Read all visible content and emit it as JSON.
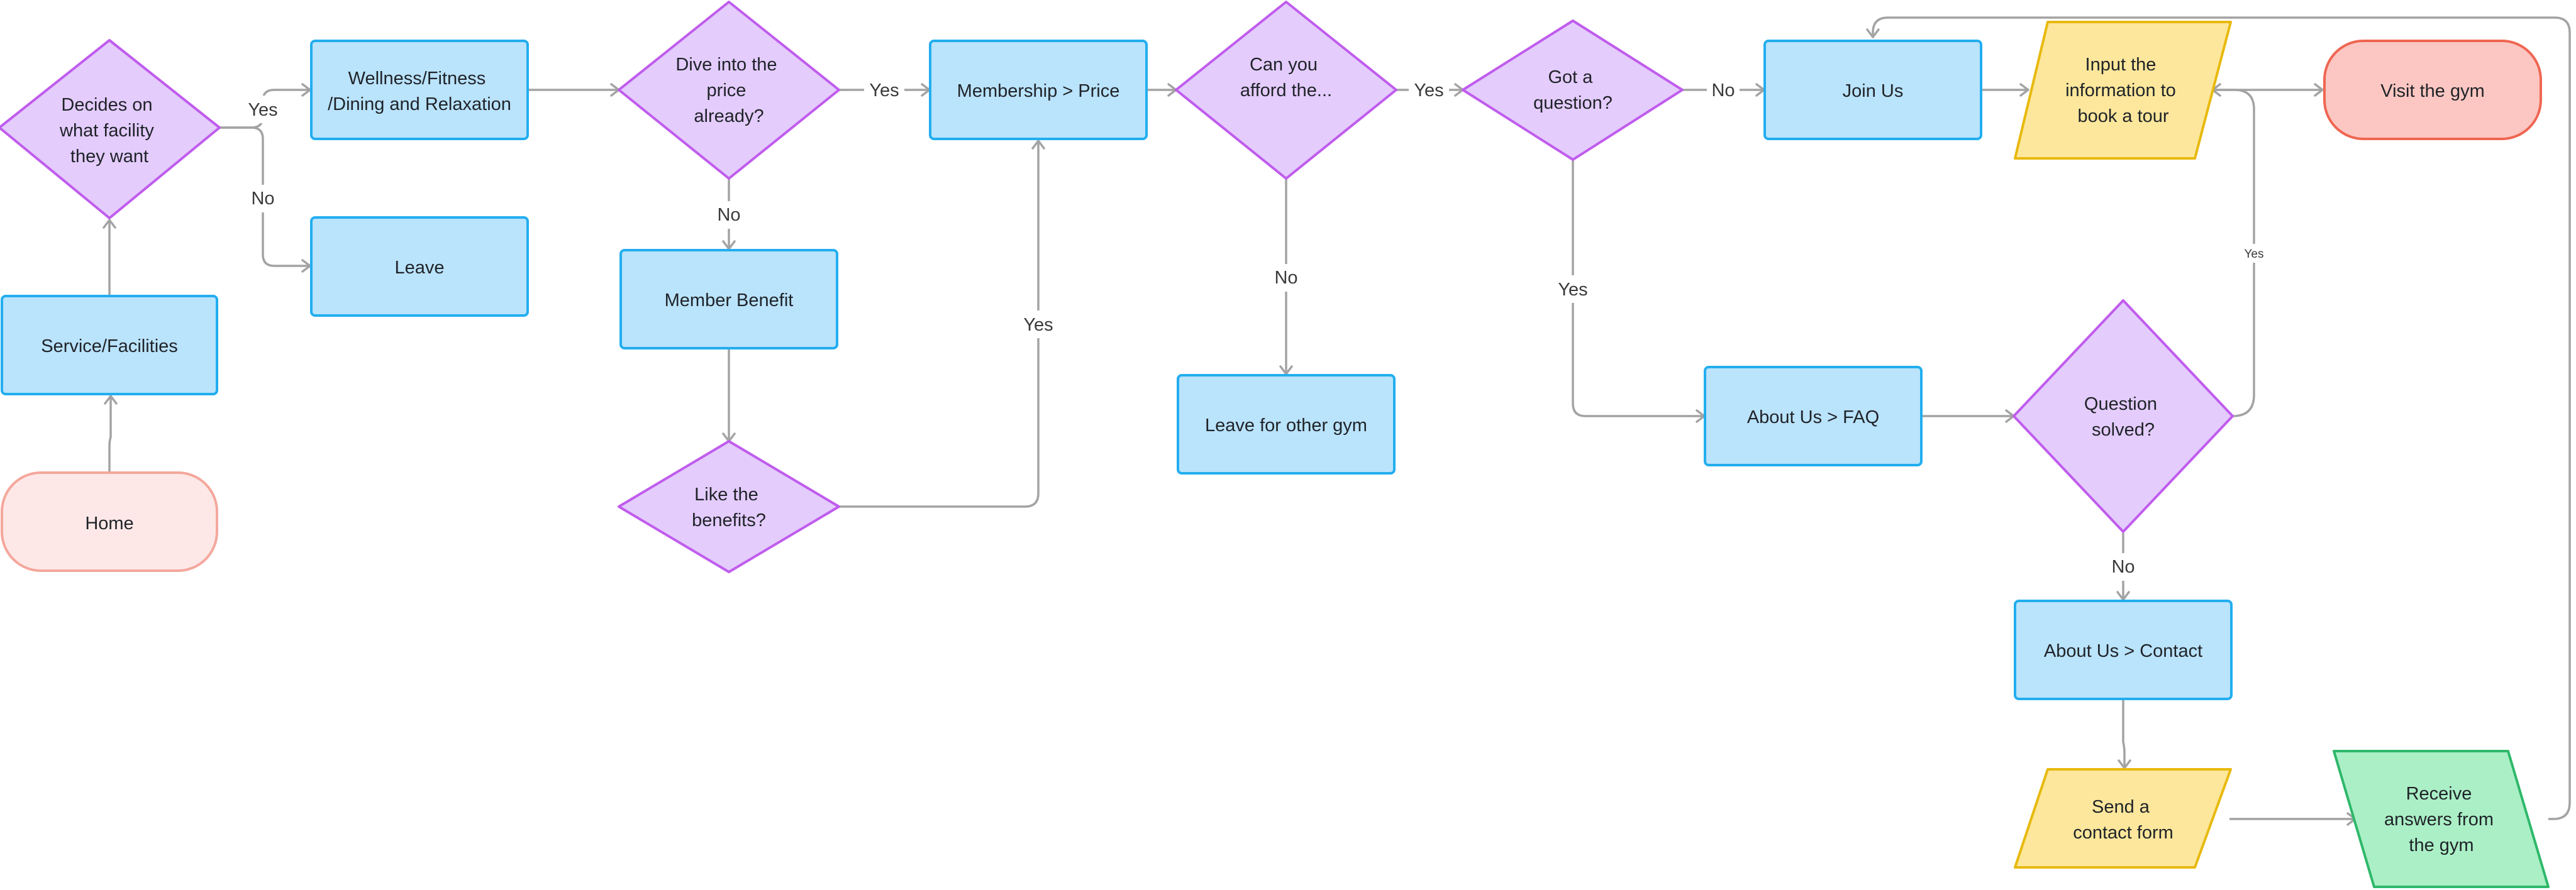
{
  "nodes": {
    "home": "Home",
    "service": "Service/Facilities",
    "decides": [
      "Decides on",
      "what facility",
      "they want"
    ],
    "wellness": [
      "Wellness/Fitness",
      "/Dining and Relaxation"
    ],
    "leave": "Leave",
    "dive": [
      "Dive into the",
      "price",
      "already?"
    ],
    "member_benefit": "Member Benefit",
    "like_benefits": [
      "Like the",
      "benefits?"
    ],
    "membership_price": "Membership > Price",
    "afford": [
      "Can you",
      "afford the..."
    ],
    "leave_other": "Leave for other gym",
    "got_question": [
      "Got a",
      "question?"
    ],
    "join_us": "Join Us",
    "input_info": [
      "Input the",
      "information to",
      "book a tour"
    ],
    "visit_gym": "Visit the gym",
    "faq": "About Us > FAQ",
    "question_solved": [
      "Question",
      "solved?"
    ],
    "contact": "About Us > Contact",
    "send_form": [
      "Send a",
      "contact form"
    ],
    "receive": [
      "Receive",
      "answers from",
      "the gym"
    ]
  },
  "edge_labels": {
    "decides_yes": "Yes",
    "decides_no": "No",
    "dive_yes": "Yes",
    "dive_no": "No",
    "like_yes": "Yes",
    "afford_yes": "Yes",
    "afford_no": "No",
    "question_no": "No",
    "question_yes": "Yes",
    "solved_yes": "Yes",
    "solved_no": "No"
  },
  "colors": {
    "process_fill": "#bae3fc",
    "process_stroke": "#22aeef",
    "decision_fill": "#e4ccfd",
    "decision_stroke": "#c05ced",
    "io_fill": "#fde79c",
    "io_stroke": "#e8b90e",
    "home_fill": "#fde8e7",
    "home_stroke": "#f4a79c",
    "visit_fill": "#fcc7c2",
    "visit_stroke": "#ef6652",
    "receive_fill": "#abefc6",
    "receive_stroke": "#2eb86a",
    "edge": "#a3a3a3"
  }
}
